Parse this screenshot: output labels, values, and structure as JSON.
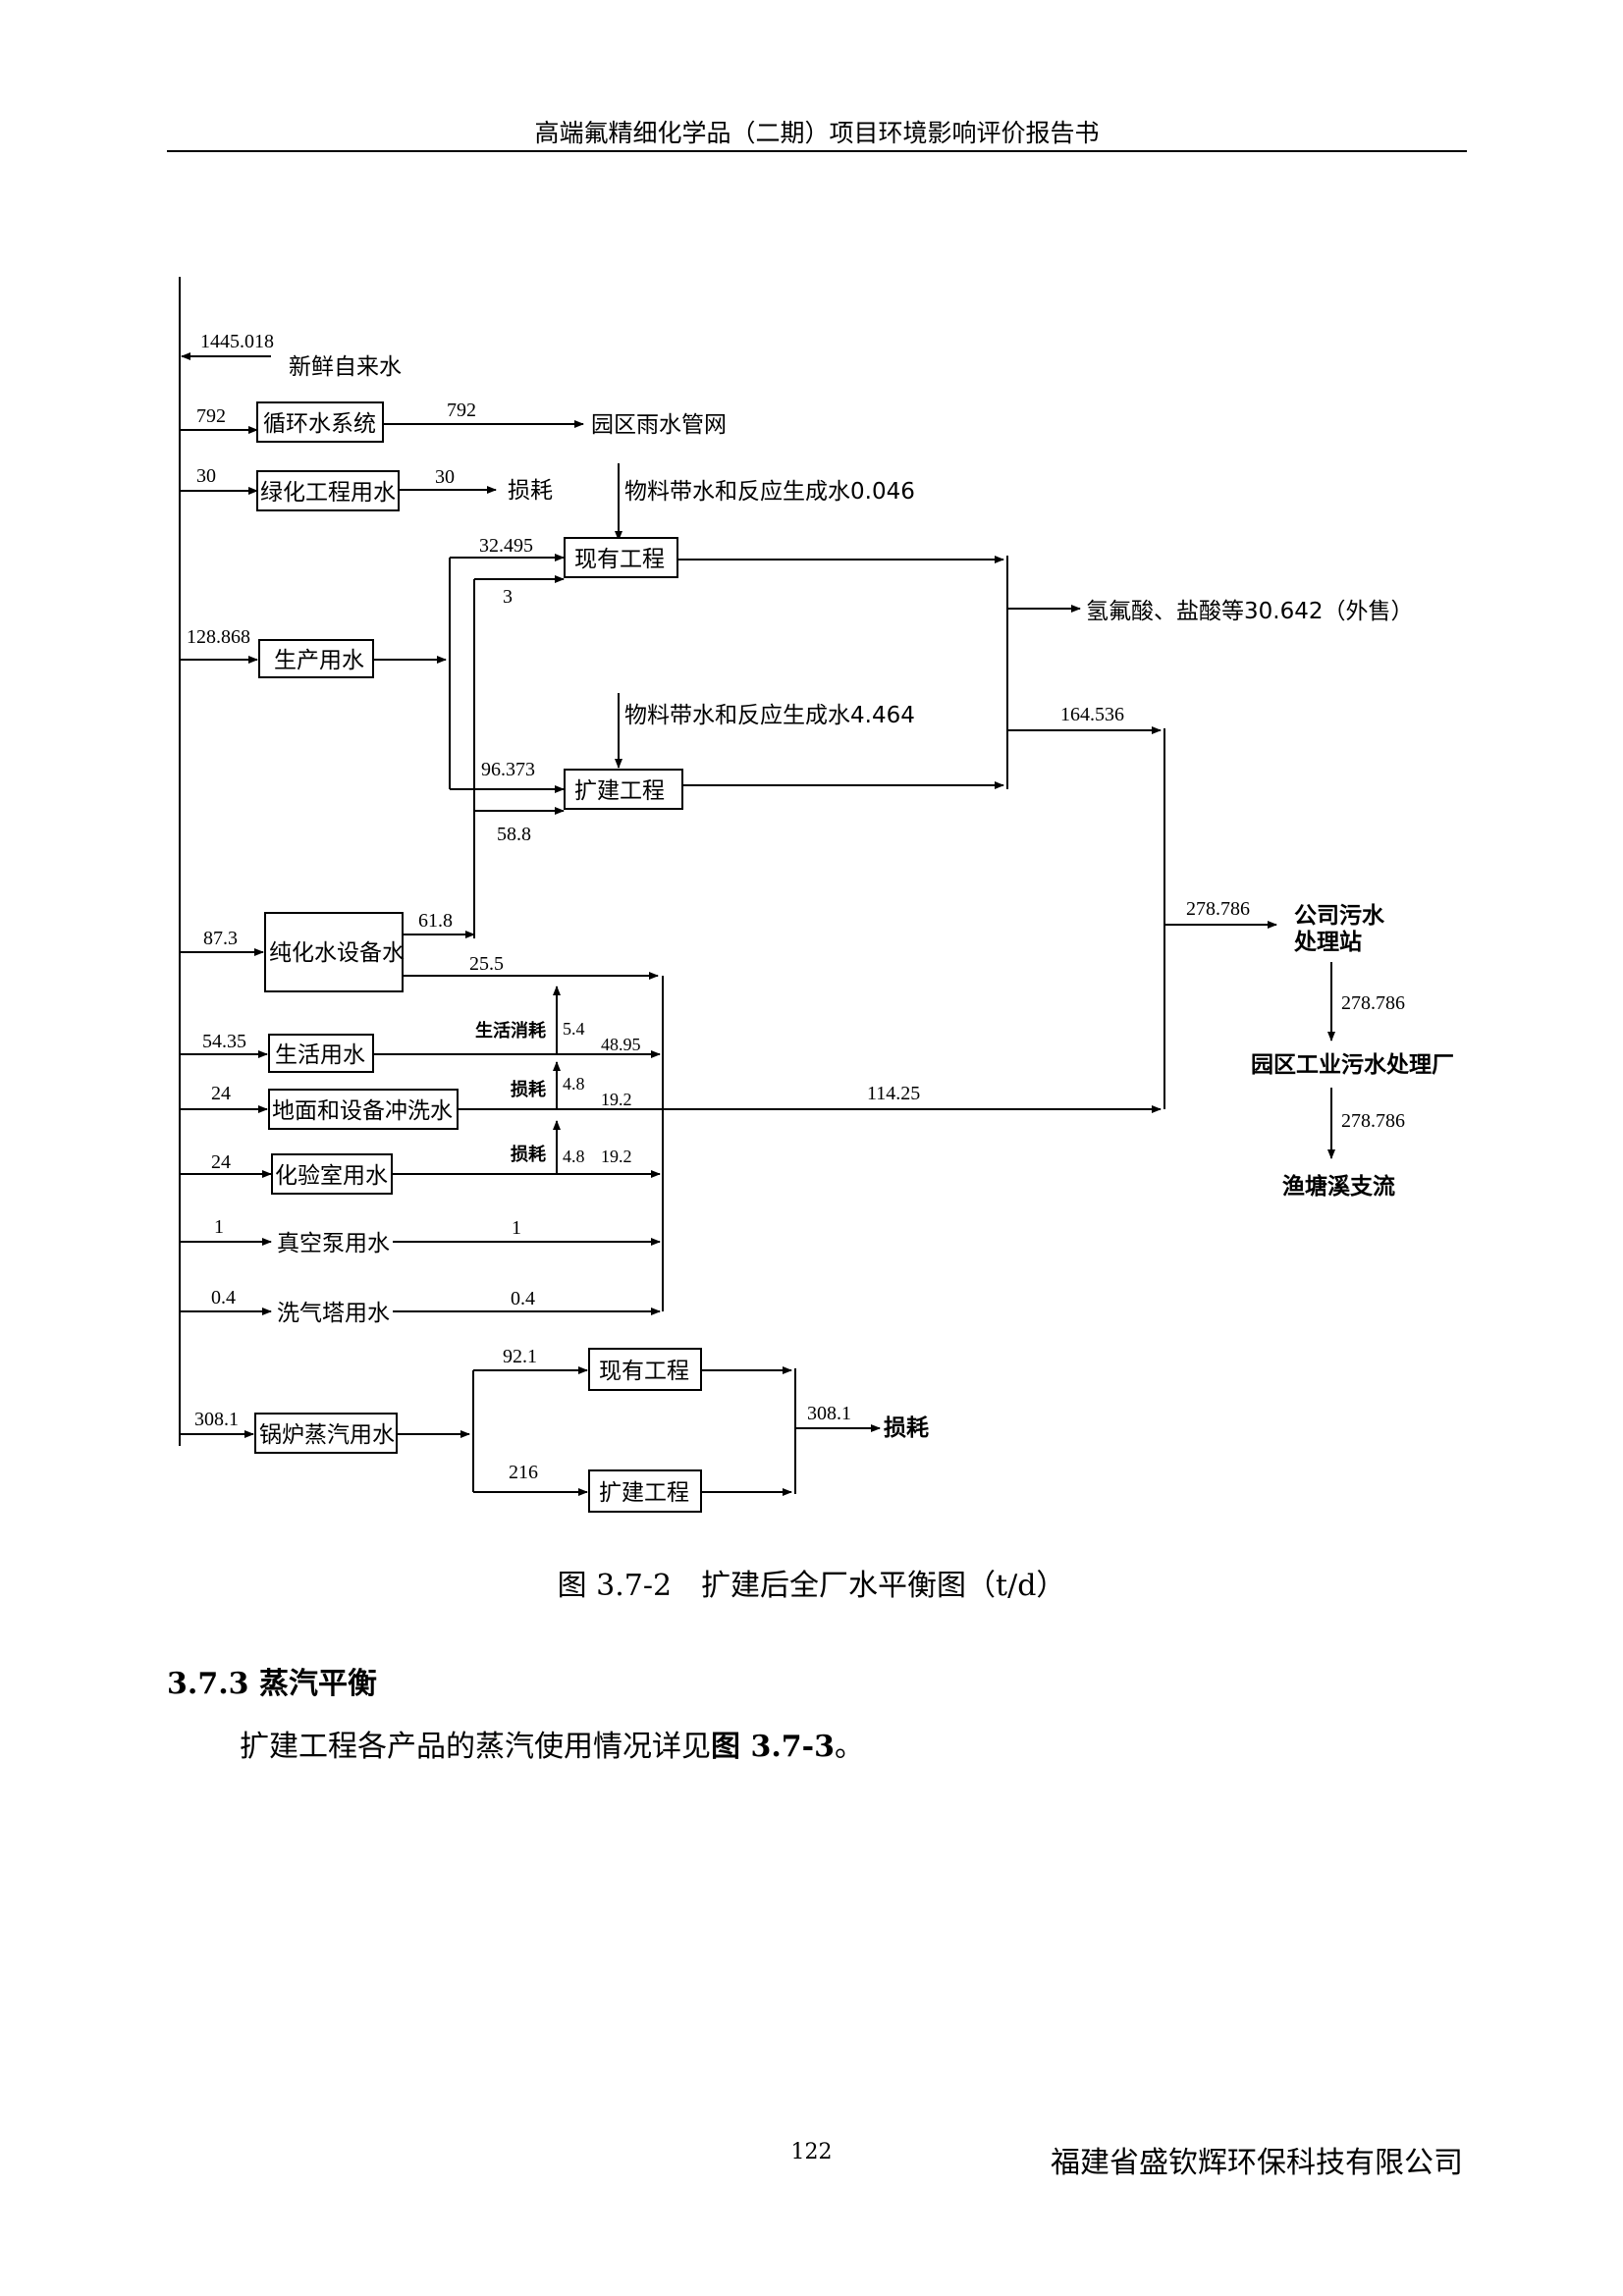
{
  "header": {
    "title": "高端氟精细化学品（二期）项目环境影响评价报告书"
  },
  "diagram": {
    "fresh_water": {
      "value": "1445.018",
      "label": "新鲜自来水"
    },
    "circulating": {
      "in": "792",
      "label": "循环水系统",
      "out": "792",
      "dest": "园区雨水管网"
    },
    "greening": {
      "in": "30",
      "label": "绿化工程用水",
      "out": "30",
      "dest": "损耗"
    },
    "existing_material_1": "物料带水和反应生成水0.046",
    "existing_in_prod": "32.495",
    "existing_in_pure": "3",
    "existing_label": "现有工程",
    "hf_output": "氢氟酸、盐酸等30.642（外售）",
    "production": {
      "in": "128.868",
      "label": "生产用水"
    },
    "expansion_material": "物料带水和反应生成水4.464",
    "expansion_in_prod": "96.373",
    "expansion_in_pure": "58.8",
    "expansion_label": "扩建工程",
    "process_wastewater": "164.536",
    "pure_water": {
      "in": "87.3",
      "label": "纯化水设备水",
      "to_process": "61.8",
      "direct": "25.5"
    },
    "living": {
      "in": "54.35",
      "label": "生活用水",
      "loss_label": "生活消耗",
      "loss": "5.4",
      "out": "48.95"
    },
    "floor_wash": {
      "in": "24",
      "label": "地面和设备冲洗水",
      "loss_label": "损耗",
      "loss": "4.8",
      "out": "19.2"
    },
    "lab": {
      "in": "24",
      "label": "化验室用水",
      "loss_label": "损耗",
      "loss": "4.8",
      "out": "19.2"
    },
    "vacuum": {
      "in": "1",
      "label": "真空泵用水",
      "out": "1"
    },
    "scrubber": {
      "in": "0.4",
      "label": "洗气塔用水",
      "out": "0.4"
    },
    "misc_total": "114.25",
    "company_station": {
      "in": "278.786",
      "line1": "公司污水",
      "line2": "处理站"
    },
    "industrial_plant": {
      "in": "278.786",
      "label": "园区工业污水处理厂"
    },
    "river": {
      "in": "278.786",
      "label": "渔塘溪支流"
    },
    "boiler": {
      "in": "308.1",
      "label": "锅炉蒸汽用水",
      "existing_in": "92.1",
      "existing_label": "现有工程",
      "expansion_in": "216",
      "expansion_label": "扩建工程",
      "out": "308.1",
      "dest": "损耗"
    }
  },
  "caption": "图 3.7-2　扩建后全厂水平衡图（t/d）",
  "section": {
    "heading": "3.7.3 蒸汽平衡",
    "text_before": "扩建工程各产品的蒸汽使用情况详见",
    "text_ref": "图 3.7-3",
    "text_after": "。"
  },
  "footer": {
    "page_number": "122",
    "company": "福建省盛钦辉环保科技有限公司"
  }
}
